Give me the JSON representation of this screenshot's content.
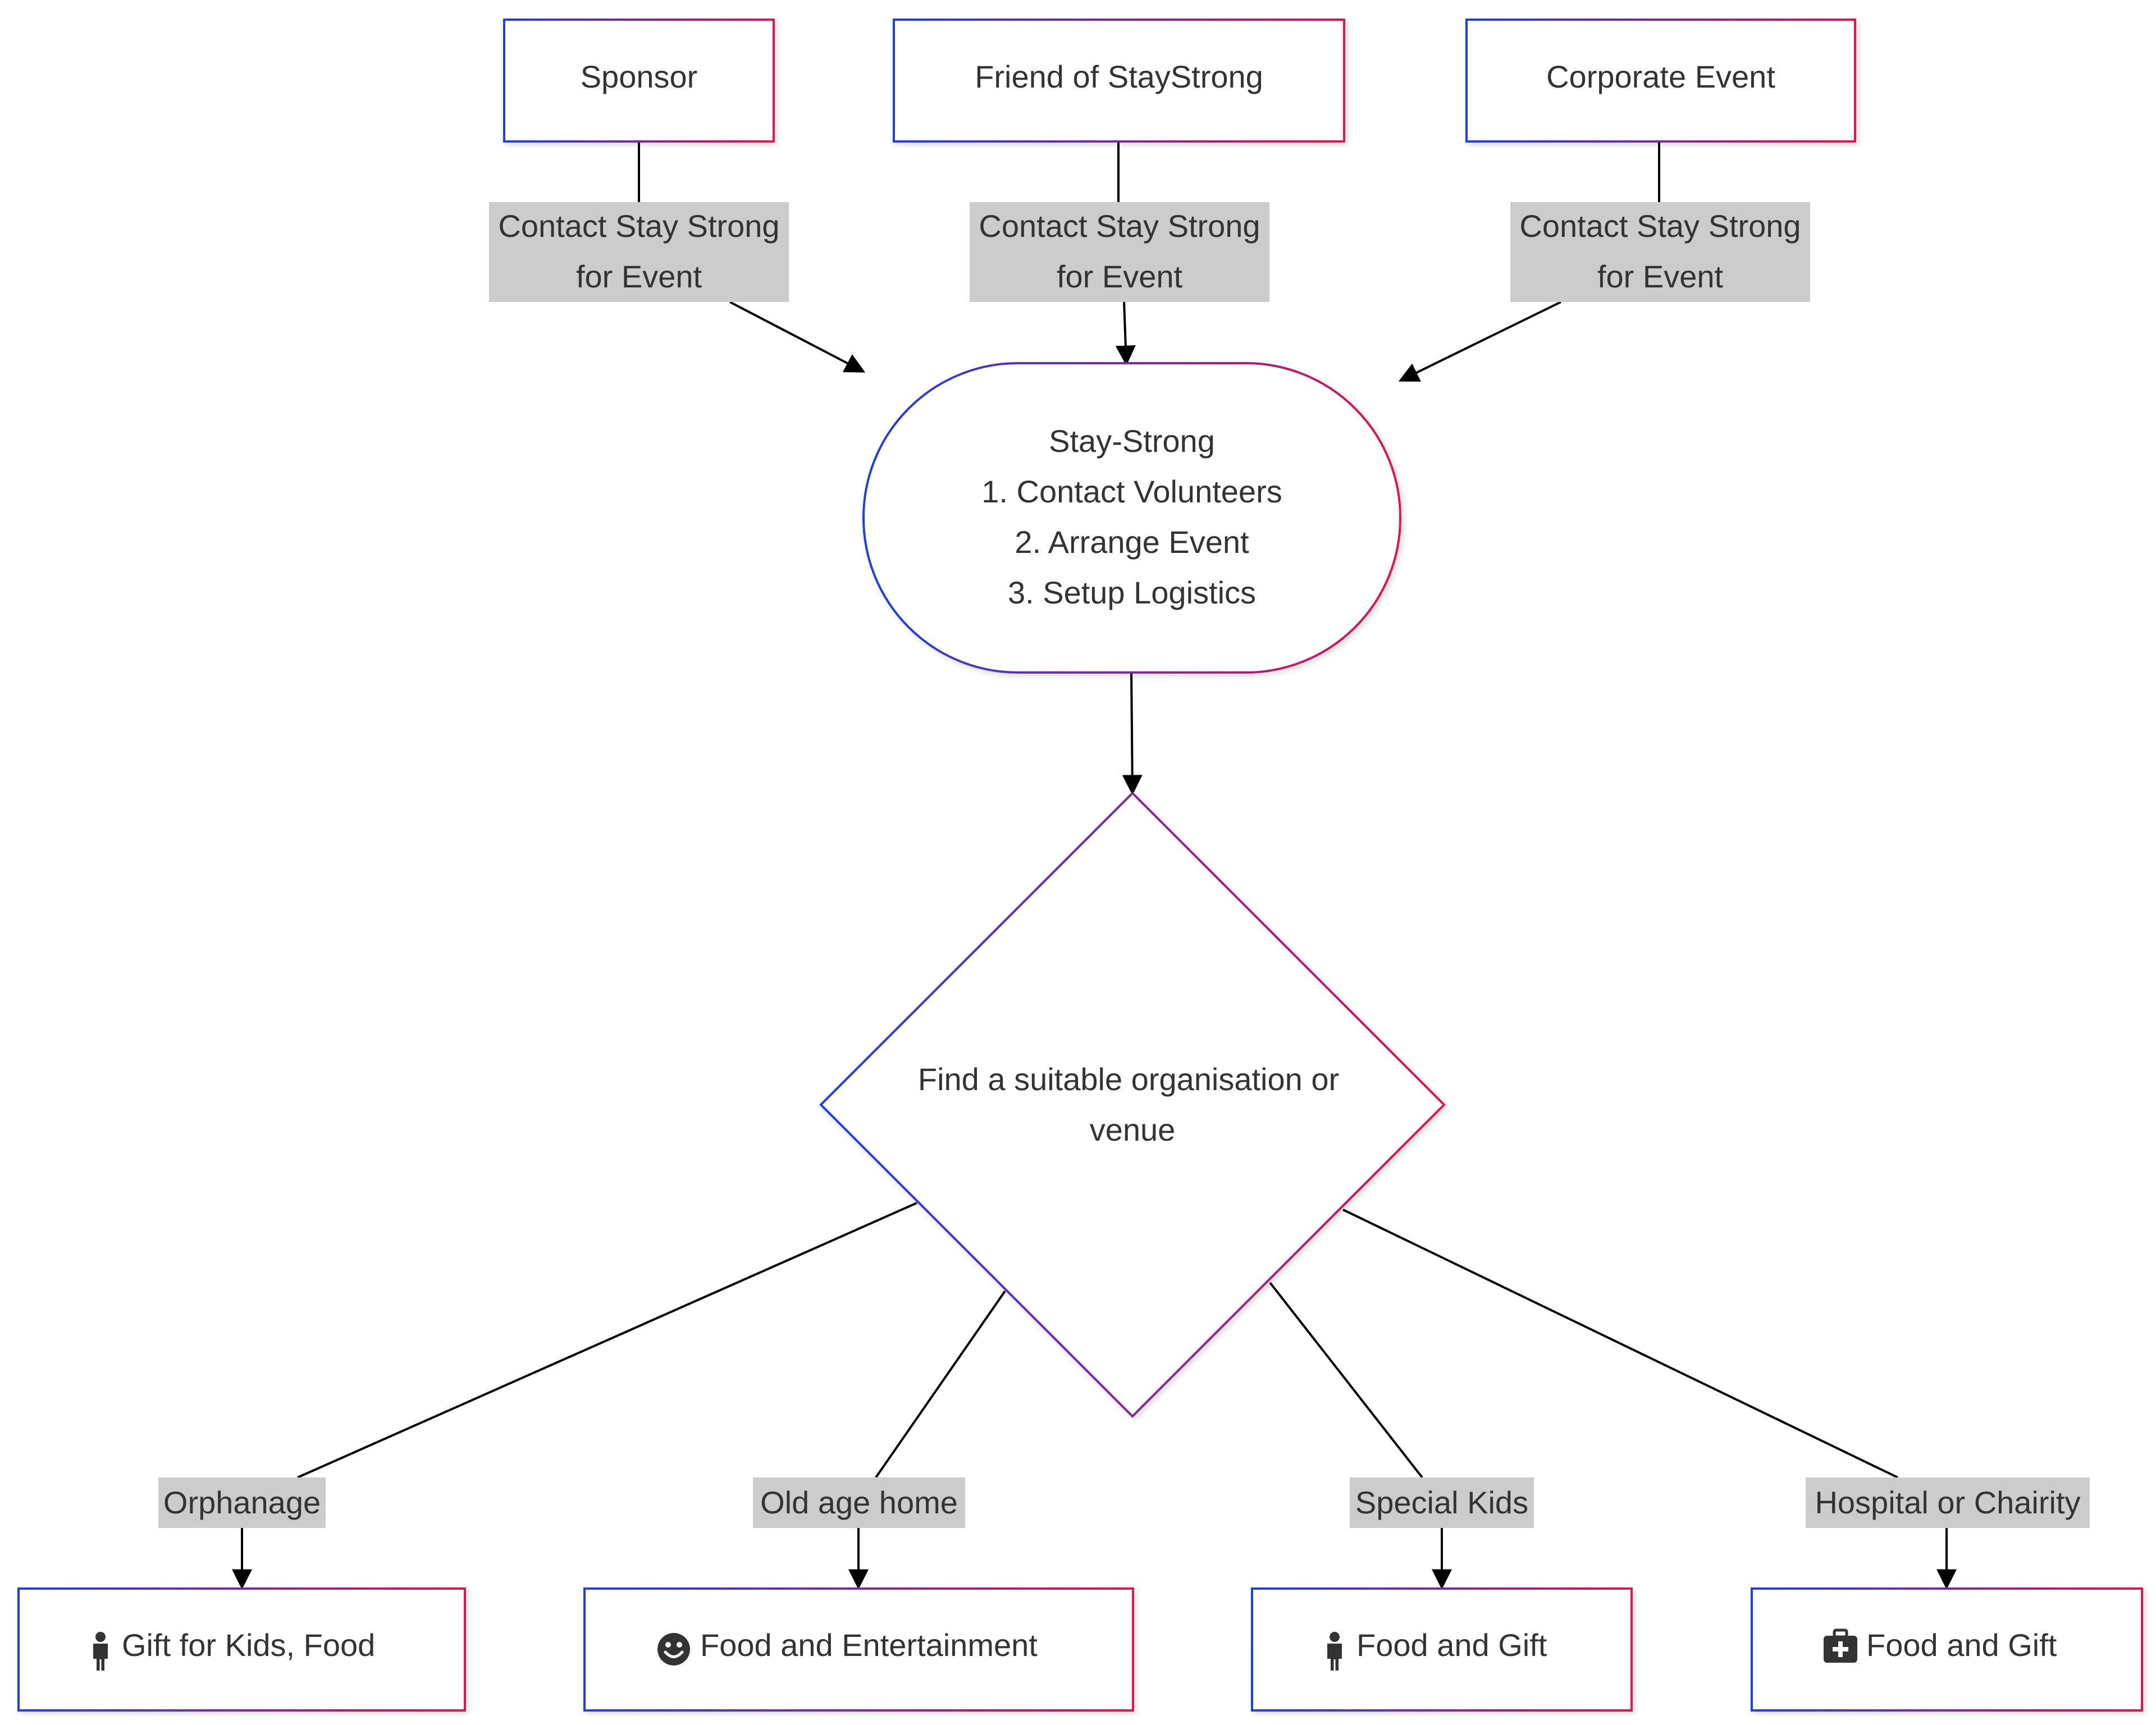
{
  "nodes": {
    "sponsor": {
      "label": "Sponsor"
    },
    "friend": {
      "label": "Friend of StayStrong"
    },
    "corporate": {
      "label": "Corporate Event"
    },
    "staystrong": {
      "lines": [
        "Stay-Strong",
        "1. Contact Volunteers",
        "2. Arrange Event",
        "3. Setup Logistics"
      ]
    },
    "decision": {
      "lines": [
        "Find a suitable organisation or",
        "venue"
      ]
    },
    "kids_gift": {
      "icon": "child-icon",
      "label": "Gift for Kids, Food"
    },
    "entertainment": {
      "icon": "smile-icon",
      "label": "Food and Entertainment"
    },
    "special_gift": {
      "icon": "child-icon",
      "label": "Food and Gift"
    },
    "hospital_gift": {
      "icon": "medkit-icon",
      "label": "Food and Gift"
    }
  },
  "edges": {
    "sponsor_label": [
      "Contact Stay Strong",
      "for Event"
    ],
    "friend_label": [
      "Contact Stay Strong",
      "for Event"
    ],
    "corporate_label": [
      "Contact Stay Strong",
      "for Event"
    ],
    "orphanage": "Orphanage",
    "old_age_home": "Old age home",
    "special_kids": "Special Kids",
    "hospital": "Hospital or Chairity"
  },
  "colors": {
    "gradient_start": "#1f3fe0",
    "gradient_end": "#e0124f",
    "label_bg": "#cccccc",
    "text": "#333333"
  }
}
